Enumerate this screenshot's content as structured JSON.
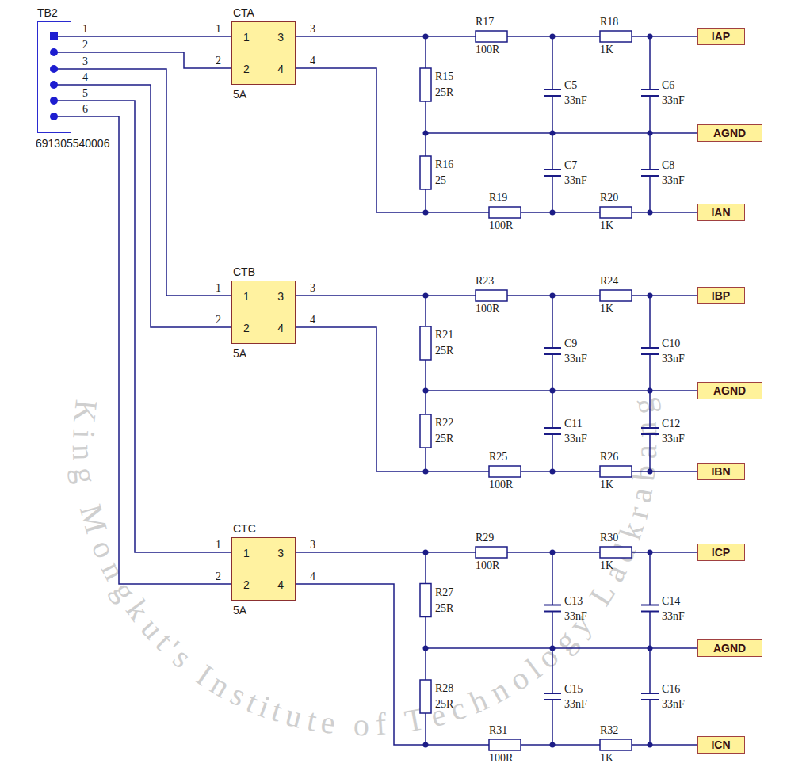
{
  "diagram": {
    "nodes": [
      {
        "text": [
          "TB2",
          "691305540006"
        ]
      },
      {
        "text": [
          "CTA",
          "1",
          "3",
          "2",
          "4",
          "5A"
        ]
      },
      {
        "text": [
          "IAP"
        ]
      },
      {
        "text": [
          "AGND"
        ]
      },
      {
        "text": [
          "IAN"
        ]
      },
      {
        "text": [
          "CTB",
          "1",
          "3",
          "2",
          "4",
          "5A"
        ]
      },
      {
        "text": [
          "IBP"
        ]
      },
      {
        "text": [
          "AGND"
        ]
      },
      {
        "text": [
          "IBN"
        ]
      },
      {
        "text": [
          "CTC",
          "1",
          "3",
          "2",
          "4",
          "5A"
        ]
      },
      {
        "text": [
          "ICP"
        ]
      },
      {
        "text": [
          "AGND"
        ]
      },
      {
        "text": [
          "ICN"
        ]
      }
    ],
    "edges": [
      {
        "from": 0,
        "to": 1,
        "arrow": "none"
      },
      {
        "from": 0,
        "to": 1,
        "arrow": "none"
      },
      {
        "from": 0,
        "to": 5,
        "arrow": "none"
      },
      {
        "from": 0,
        "to": 5,
        "arrow": "none"
      },
      {
        "from": 0,
        "to": 9,
        "arrow": "none"
      },
      {
        "from": 0,
        "to": 9,
        "arrow": "none"
      }
    ],
    "labels": [
      "1",
      "2",
      "3",
      "4",
      "5",
      "6",
      "1",
      "2",
      "3",
      "4",
      "R17",
      "100R",
      "R18",
      "1K",
      "R15",
      "25R",
      "R16",
      "25",
      "R19",
      "100R",
      "R20",
      "1K",
      "C5",
      "33nF",
      "C6",
      "33nF",
      "C7",
      "33nF",
      "C8",
      "33nF",
      "1",
      "2",
      "3",
      "4",
      "R23",
      "100R",
      "R24",
      "1K",
      "R21",
      "25R",
      "R22",
      "25R",
      "R25",
      "100R",
      "R26",
      "1K",
      "C9",
      "33nF",
      "C10",
      "33nF",
      "C11",
      "33nF",
      "C12",
      "33nF",
      "1",
      "2",
      "3",
      "4",
      "R29",
      "100R",
      "R30",
      "1K",
      "R27",
      "25R",
      "R28",
      "25R",
      "R31",
      "100R",
      "R32",
      "1K",
      "C13",
      "33nF",
      "C14",
      "33nF",
      "C15",
      "33nF",
      "C16",
      "33nF",
      "King Mongkut's Institute of Technology Ladkrabang"
    ]
  }
}
